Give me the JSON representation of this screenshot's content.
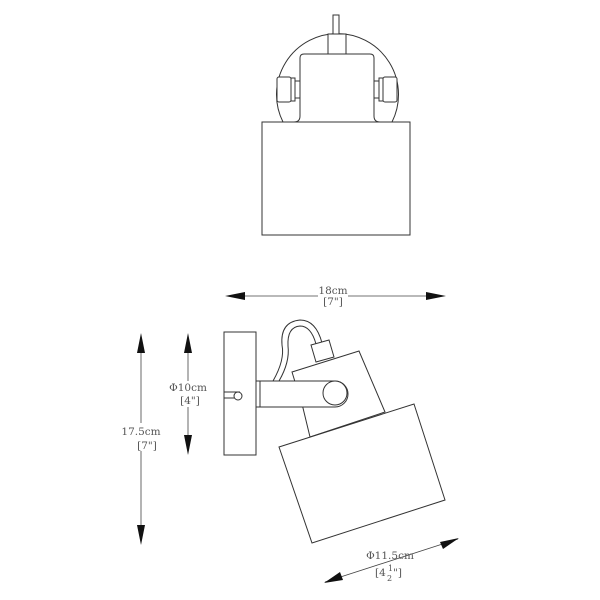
{
  "dimensions": {
    "width": {
      "metric": "18cm",
      "imperial": "[7\"]"
    },
    "height": {
      "metric": "17.5cm",
      "imperial": "[7\"]"
    },
    "backplate_diameter": {
      "metric": "Φ10cm",
      "imperial": "[4\"]"
    },
    "shade_diameter": {
      "metric": "Φ11.5cm",
      "imperial_whole": "[4",
      "imperial_fraction_num": "1",
      "imperial_fraction_den": "2",
      "imperial_close": "\"]"
    }
  },
  "colors": {
    "line": "#333333",
    "background": "#ffffff"
  }
}
